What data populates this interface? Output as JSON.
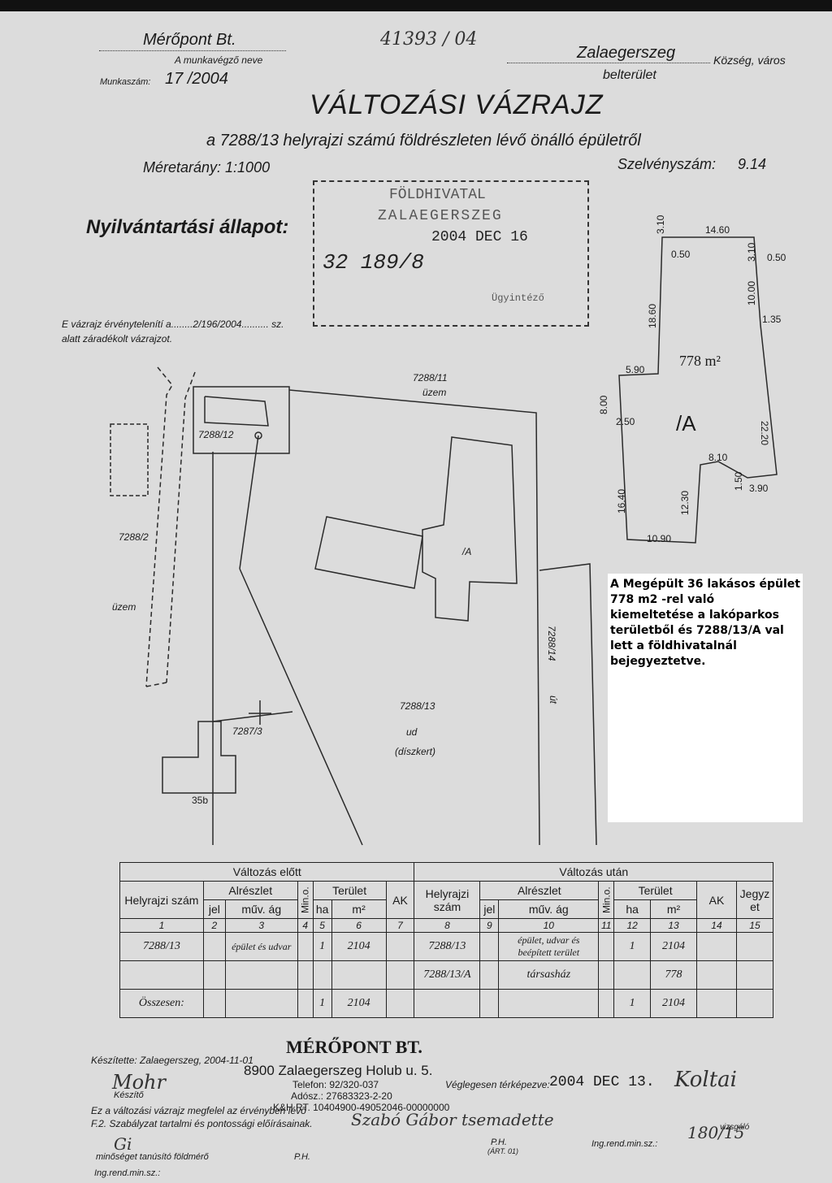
{
  "header": {
    "company": "Mérőpont Bt.",
    "company_caption": "A munkavégző neve",
    "handwritten_ref": "41393 / 04",
    "settlement": "Zalaegerszeg",
    "settlement_caption": "Község, város",
    "area": "belterület",
    "job_label": "Munkaszám:",
    "job_number": "17 /2004",
    "title": "VÁLTOZÁSI VÁZRAJZ",
    "subtitle": "a 7288/13 helyrajzi számú földrészleten lévő önálló épületről",
    "scale": "Méretarány: 1:1000",
    "sheet_label": "Szelvényszám:",
    "sheet_number": "9.14"
  },
  "registry": {
    "label": "Nyilvántartási állapot:",
    "stamp_line1": "FÖLDHIVATAL",
    "stamp_line2": "ZALAEGERSZEG",
    "stamp_date": "2004 DEC 16",
    "stamp_number": "32 189/8",
    "stamp_footer": "Ügyintéző",
    "invalidation_line1": "E vázrajz érvénytelenítí a........2/196/2004.......... sz.",
    "invalidation_line2": "alatt záradékolt vázrajzot."
  },
  "map_labels": {
    "p_7288_11": "7288/11",
    "p_7288_11_use": "üzem",
    "p_7288_12": "7288/12",
    "p_7288_2": "7288/2",
    "p_7288_2_use": "üzem",
    "building_a": "/A",
    "p_7288_14": "7288/14",
    "p_7288_14_b": "út",
    "p_7288_13": "7288/13",
    "p_7288_13_use": "ud",
    "p_7288_13_use2": "(díszkert)",
    "p_7287_3": "7287/3",
    "house_35b": "35b"
  },
  "inset": {
    "area_label": "778 m²",
    "building_label": "/A",
    "dims": {
      "d_top": "14.60",
      "d_310_left": "3.10",
      "d_050_left": "0.50",
      "d_310_right": "3.10",
      "d_050_right": "0.50",
      "d_1860": "18.60",
      "d_1000": "10.00",
      "d_135": "1.35",
      "d_590": "5.90",
      "d_800": "8.00",
      "d_250": "2.50",
      "d_2220": "22.20",
      "d_810": "8.10",
      "d_150": "1.50",
      "d_390": "3.90",
      "d_1640": "16.40",
      "d_1230": "12.30",
      "d_1090": "10.90"
    }
  },
  "note": "A Megépült 36 lakásos épület 778 m2 -rel való kiemeltetése a lakóparkos területből és 7288/13/A val lett a földhivatalnál bejegyeztetve.",
  "table": {
    "before": "Változás előtt",
    "after": "Változás után",
    "helyrajzi": "Helyrajzi szám",
    "alreszlet": "Alrészlet",
    "min_o": "Min.o.",
    "terulet": "Terület",
    "ak": "AK",
    "jegyzet": "Jegyz et",
    "jel": "jel",
    "muv_ag": "műv. ág",
    "ha": "ha",
    "m2": "m²",
    "col_numbers": [
      "1",
      "2",
      "3",
      "4",
      "5",
      "6",
      "7",
      "8",
      "9",
      "10",
      "11",
      "12",
      "13",
      "14",
      "15"
    ],
    "rows": [
      {
        "before_hrsz": "7288/13",
        "before_muv": "épület és udvar",
        "before_ha": "1",
        "before_m2": "2104",
        "after_hrsz": "7288/13",
        "after_muv": "épület, udvar és beépített terület",
        "after_ha": "1",
        "after_m2": "2104"
      },
      {
        "before_hrsz": "",
        "before_muv": "",
        "before_ha": "",
        "before_m2": "",
        "after_hrsz": "7288/13/A",
        "after_muv": "társasház",
        "after_ha": "",
        "after_m2": "778"
      }
    ],
    "total_label": "Összesen:",
    "total_before_ha": "1",
    "total_before_m2": "2104",
    "total_after_ha": "1",
    "total_after_m2": "2104"
  },
  "footer": {
    "prepared": "Készítette: Zalaegerszeg, 2004-11-01",
    "company_stamp": "MÉRŐPONT BT.",
    "address": "8900 Zalaegerszeg Holub u. 5.",
    "phone": "Telefon: 92/320-037",
    "tax": "Adósz.: 27683323-2-20",
    "bank": "K&H RT. 10404900-49052046-00000000",
    "maker": "Készítő",
    "final_label": "Véglegesen térképezve:",
    "final_date": "2004 DEC 13.",
    "conformity_line1": "Ez a változási vázrajz megfelel az érvényben lévő",
    "conformity_line2": "F.2. Szabályzat tartalmi és pontossági előírásainak.",
    "handwritten_remark": "Szabó Gábor tsemadette",
    "ph1": "P.H.",
    "ph1_note": "(ÁRT. 01)",
    "quality_label": "minőséget tanúsító földmérő",
    "ph2": "P.H.",
    "reg_no_left": "Ing.rend.min.sz.:",
    "reg_no_right": "Ing.rend.min.sz.:",
    "inspector": "vizsgáló",
    "handwritten_num": "180/15"
  }
}
